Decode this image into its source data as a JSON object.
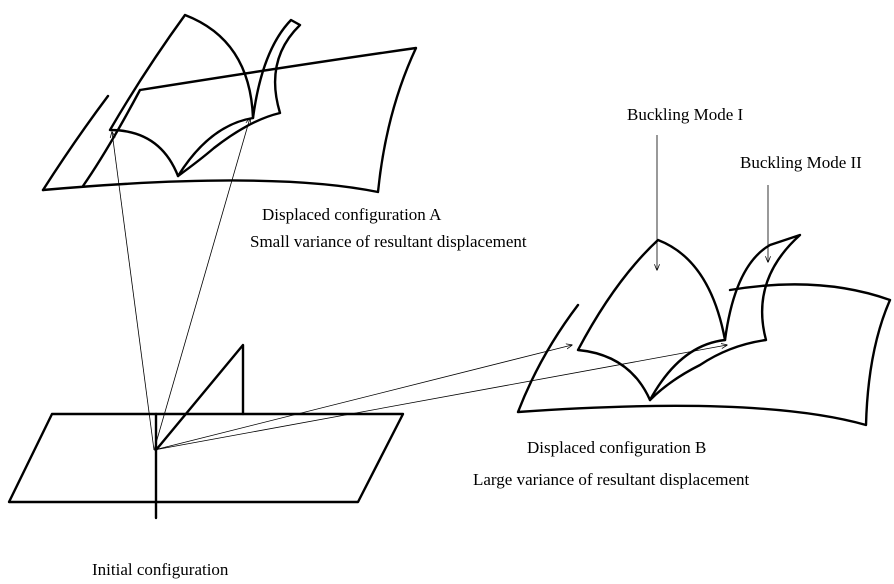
{
  "labels": {
    "config_a_title": "Displaced configuration A",
    "config_a_subtitle": "Small variance of resultant displacement",
    "config_b_title": "Displaced configuration B",
    "config_b_subtitle": "Large variance of resultant displacement",
    "initial": "Initial configuration",
    "mode_1": "Buckling Mode I",
    "mode_2": "Buckling Mode II"
  },
  "colors": {
    "stroke": "#000000",
    "background": "#ffffff"
  }
}
